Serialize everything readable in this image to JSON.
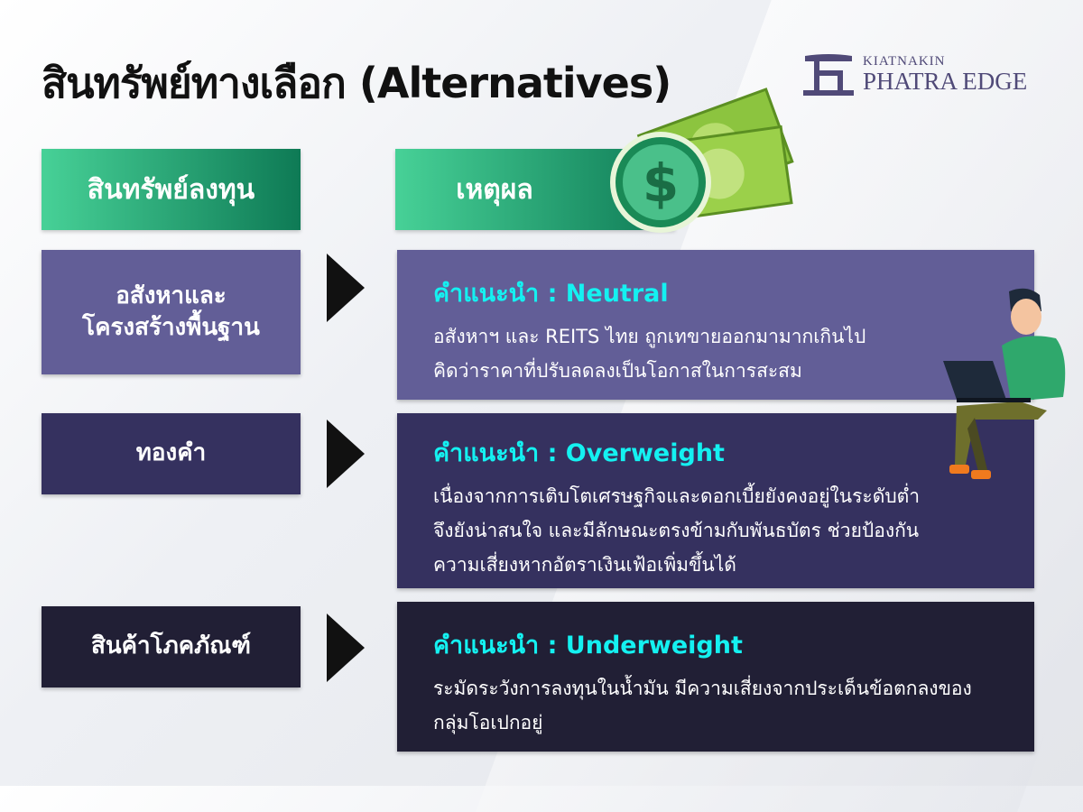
{
  "title": "สินทรัพย์ทางเลือก (Alternatives)",
  "logo": {
    "line1": "KIATNAKIN",
    "line2": "PHATRA EDGE"
  },
  "headers": {
    "asset": "สินทรัพย์ลงทุน",
    "reason": "เหตุผล"
  },
  "rows": [
    {
      "asset": [
        "อสังหาและ",
        "โครงสร้างพื้นฐาน"
      ],
      "recommendation": "คำแนะนำ : Neutral",
      "lines": [
        "อสังหาฯ และ REITS ไทย ถูกเทขายออกมามากเกินไป",
        "คิดว่าราคาที่ปรับลดลงเป็นโอกาสในการสะสม"
      ],
      "color": "#625e97"
    },
    {
      "asset": [
        "ทองคำ"
      ],
      "recommendation": "คำแนะนำ : Overweight",
      "lines": [
        "เนื่องจากการเติบโตเศรษฐกิจและดอกเบี้ยยังคงอยู่ในระดับต่ำ",
        "จึงยังน่าสนใจ และมีลักษณะตรงข้ามกับพันธบัตร ช่วยป้องกัน",
        "ความเสี่ยงหากอัตราเงินเฟ้อเพิ่มขึ้นได้"
      ],
      "color": "#35315f"
    },
    {
      "asset": [
        "สินค้าโภคภัณฑ์"
      ],
      "recommendation": "คำแนะนำ : Underweight",
      "lines": [
        "ระมัดระวังการลงทุนในน้ำมัน มีความเสี่ยงจากประเด็นข้อตกลงของ",
        "กลุ่มโอเปกอยู่"
      ],
      "color": "#211f35"
    }
  ],
  "money_symbol": "$"
}
